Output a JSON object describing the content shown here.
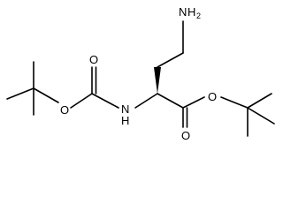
{
  "molecule": {
    "atoms": {
      "amine_n": {
        "label": "N",
        "subscript": "H",
        "subscript2": "2"
      },
      "amide_n": {
        "label": "N",
        "h_label": "H"
      },
      "carbamate_o_single": {
        "label": "O"
      },
      "carbamate_o_double": {
        "label": "O"
      },
      "ester_o_single": {
        "label": "O"
      },
      "ester_o_double": {
        "label": "O"
      }
    }
  }
}
